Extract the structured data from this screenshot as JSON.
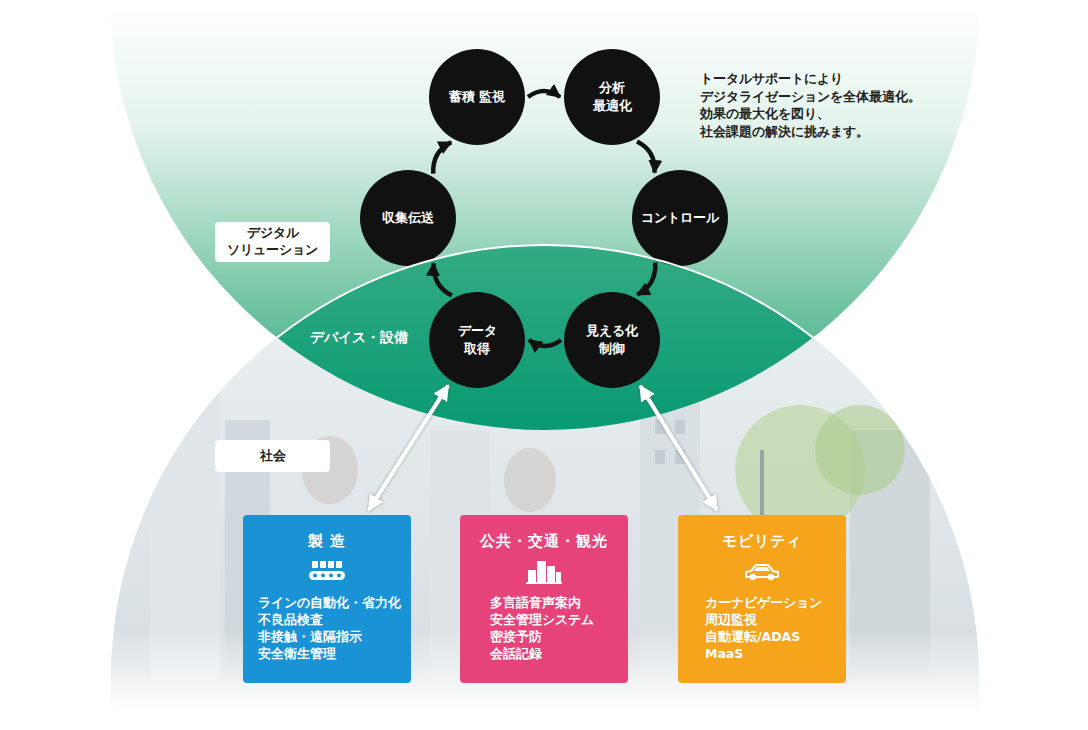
{
  "diagram": {
    "nodes": [
      {
        "text": [
          "デジタル ソリューション"
        ]
      },
      {
        "text": [
          "蓄積 監視"
        ]
      },
      {
        "text": [
          "分析 最適化"
        ]
      },
      {
        "text": [
          "収集伝送"
        ]
      },
      {
        "text": [
          "コントロール"
        ]
      },
      {
        "text": [
          "デバイス・設備"
        ]
      },
      {
        "text": [
          "データ 取得"
        ]
      },
      {
        "text": [
          "見える化 制御"
        ]
      },
      {
        "text": [
          "社会"
        ]
      },
      {
        "text": [
          "製 造",
          "ラインの自動化・省力化",
          "不良品検査",
          "非接触・遠隔指示",
          "安全衛生管理"
        ]
      },
      {
        "text": [
          "公共・交通・観光",
          "多言語音声案内",
          "安全管理システム",
          "密接予防",
          "会話記録"
        ]
      },
      {
        "text": [
          "モビリティ",
          "カーナビゲーション",
          "周辺監視",
          "自動運転/ADAS",
          "MaaS"
        ]
      }
    ],
    "edges": [
      {
        "from": 1,
        "to": 2,
        "arrow": "to"
      },
      {
        "from": 2,
        "to": 4,
        "arrow": "to"
      },
      {
        "from": 4,
        "to": 7,
        "arrow": "to"
      },
      {
        "from": 7,
        "to": 6,
        "arrow": "to"
      },
      {
        "from": 6,
        "to": 3,
        "arrow": "to"
      },
      {
        "from": 3,
        "to": 1,
        "arrow": "to"
      },
      {
        "from": 9,
        "to": 6,
        "arrow": "both"
      },
      {
        "from": 10,
        "to": 5,
        "arrow": "both"
      },
      {
        "from": 11,
        "to": 7,
        "arrow": "both"
      }
    ],
    "labels": [
      "トータルサポートにより デジタライゼーションを全体最適化。 効果の最大化を図り、 社会課題の解決に挑みます。"
    ]
  }
}
